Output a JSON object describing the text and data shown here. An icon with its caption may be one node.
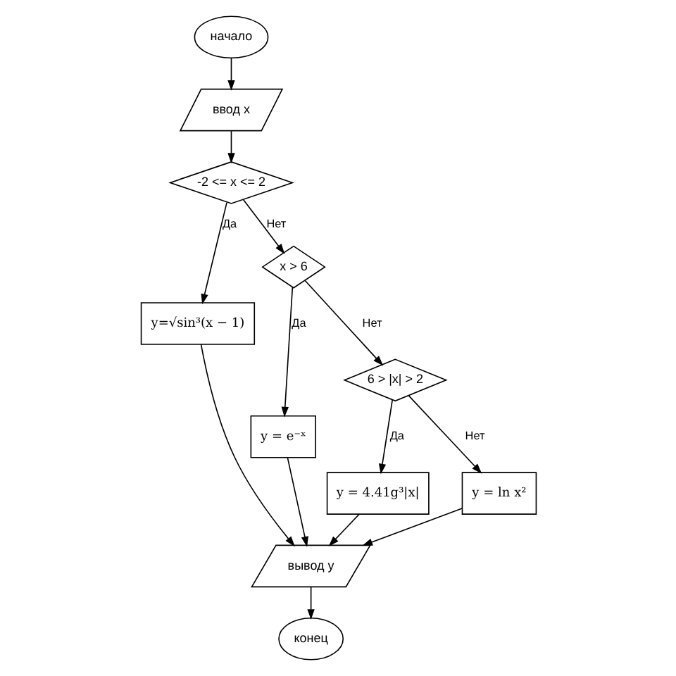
{
  "diagram": {
    "nodes": [
      {
        "text": [
          "начало"
        ]
      },
      {
        "text": [
          "ввод x"
        ]
      },
      {
        "text": [
          "-2 <= x <= 2"
        ]
      },
      {
        "text": [
          "y=√sin³(x − 1)"
        ]
      },
      {
        "text": [
          "x > 6"
        ]
      },
      {
        "text": [
          "y = e⁻ˣ"
        ]
      },
      {
        "text": [
          "6 > |x| > 2"
        ]
      },
      {
        "text": [
          "y = 4.41g³|x|"
        ]
      },
      {
        "text": [
          "y = ln x²"
        ]
      },
      {
        "text": [
          "вывод y"
        ]
      },
      {
        "text": [
          "конец"
        ]
      }
    ],
    "edges": [
      {
        "from": 0,
        "to": 1,
        "arrow": "to"
      },
      {
        "from": 1,
        "to": 2,
        "arrow": "to"
      },
      {
        "from": 2,
        "to": 3,
        "label": "Да",
        "arrow": "to"
      },
      {
        "from": 2,
        "to": 4,
        "label": "Нет",
        "arrow": "to"
      },
      {
        "from": 4,
        "to": 5,
        "label": "Да",
        "arrow": "to"
      },
      {
        "from": 4,
        "to": 6,
        "label": "Нет",
        "arrow": "to"
      },
      {
        "from": 6,
        "to": 7,
        "label": "Да",
        "arrow": "to"
      },
      {
        "from": 6,
        "to": 8,
        "label": "Нет",
        "arrow": "to"
      },
      {
        "from": 3,
        "to": 9,
        "arrow": "to"
      },
      {
        "from": 5,
        "to": 9,
        "arrow": "to"
      },
      {
        "from": 7,
        "to": 9,
        "arrow": "to"
      },
      {
        "from": 8,
        "to": 9,
        "arrow": "to"
      },
      {
        "from": 9,
        "to": 10,
        "arrow": "to"
      }
    ]
  }
}
